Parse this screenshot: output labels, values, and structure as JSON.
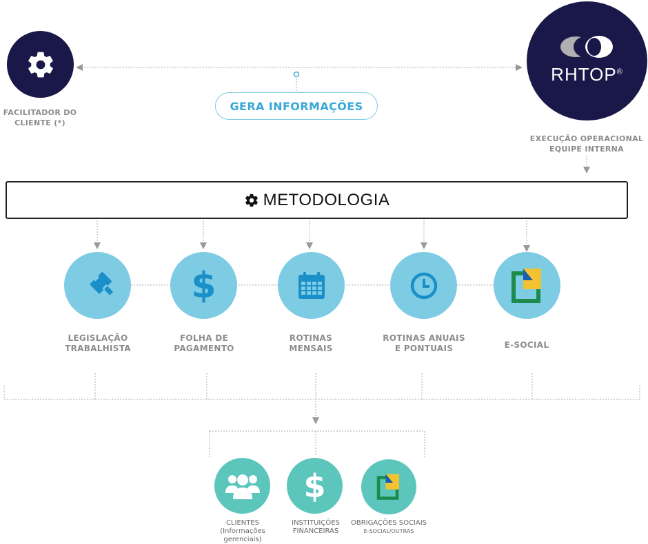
{
  "left_node": {
    "label_line1": "FACILITADOR DO",
    "label_line2": "CLIENTE (*)",
    "icon": "gear-icon"
  },
  "center": {
    "pill_label": "GERA INFORMAÇÕES"
  },
  "right_node": {
    "logo_text": "RHTOP",
    "registered": "®",
    "label_line1": "EXECUÇÃO OPERACIONAL",
    "label_line2": "EQUIPE INTERNA"
  },
  "methodology": {
    "title": "METODOLOGIA",
    "icon": "gear-icon"
  },
  "services": [
    {
      "line1": "LEGISLAÇÃO",
      "line2": "TRABALHISTA",
      "icon": "gavel-icon"
    },
    {
      "line1": "FOLHA DE",
      "line2": "PAGAMENTO",
      "icon": "dollar-icon"
    },
    {
      "line1": "ROTINAS",
      "line2": "MENSAIS",
      "icon": "calendar-icon"
    },
    {
      "line1": "ROTINAS ANUAIS",
      "line2": "E PONTUAIS",
      "icon": "clock-icon"
    },
    {
      "line1": "E-SOCIAL",
      "line2": "",
      "icon": "esocial-icon"
    }
  ],
  "outputs": [
    {
      "line1": "CLIENTES",
      "line2": "(Informações",
      "line3": "gerenciais)",
      "icon": "users-icon"
    },
    {
      "line1": "INSTITUIÇÕES",
      "line2": "FINANCEIRAS",
      "icon": "dollar-icon"
    },
    {
      "line1": "OBRIGAÇÕES SOCIAIS",
      "line2": "E-SOCIAL/OUTRAS",
      "icon": "esocial-icon"
    }
  ],
  "colors": {
    "navy": "#1a1848",
    "blue": "#7ecbe4",
    "teal": "#5cc6bd",
    "icon_blue": "#1a8fc8",
    "esocial_green": "#1c8a4a",
    "esocial_yellow": "#f2c230"
  }
}
